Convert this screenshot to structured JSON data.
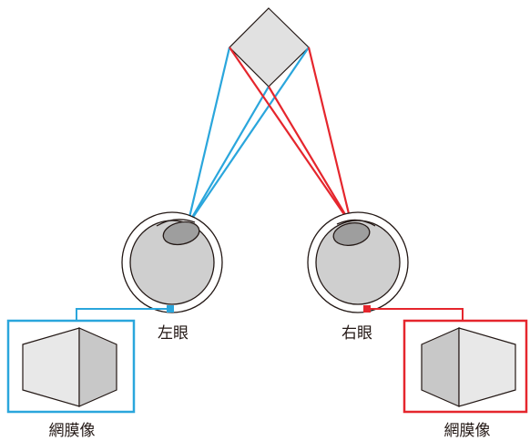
{
  "labels": {
    "left_eye": "左眼",
    "right_eye": "右眼",
    "left_retina": "網膜像",
    "right_retina": "網膜像"
  },
  "colors": {
    "left": "#2aa6dc",
    "right": "#e5262d",
    "stroke": "#231815",
    "eye_fill": "#cfcfcf",
    "lens_fill": "#9e9e9e",
    "cube_fill": "#e1e1e1",
    "face_light": "#e8e8e8",
    "face_dark": "#c8c8c8"
  }
}
